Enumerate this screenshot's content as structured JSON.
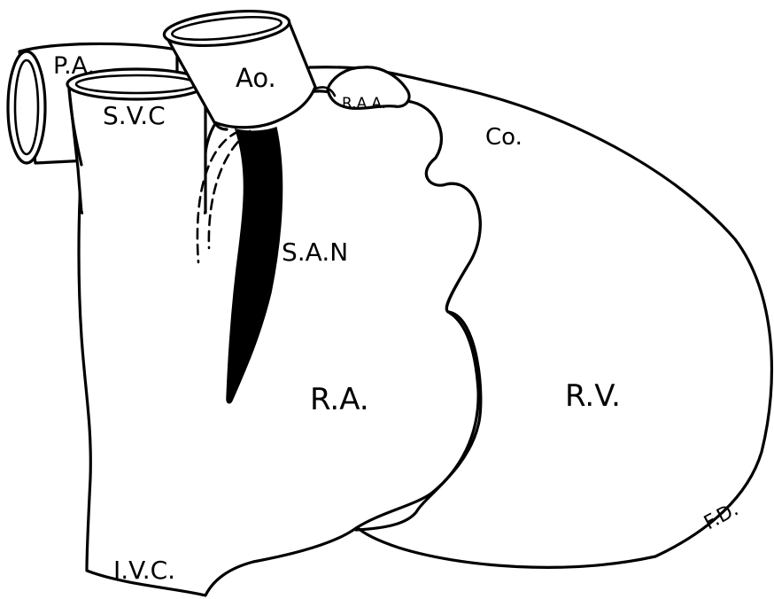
{
  "labels": {
    "pulmonary_artery": "P.A.",
    "aorta": "Ao.",
    "superior_vena_cava": "S.V.C",
    "right_atrial_appendage": "R.A.A.",
    "coronary": "Co.",
    "sinoatrial_node": "S.A.N",
    "right_atrium": "R.A.",
    "right_ventricle": "R.V.",
    "inferior_vena_cava": "I.V.C.",
    "fd": "F.D."
  },
  "colors": {
    "ink": "#000000",
    "paper": "#ffffff"
  }
}
